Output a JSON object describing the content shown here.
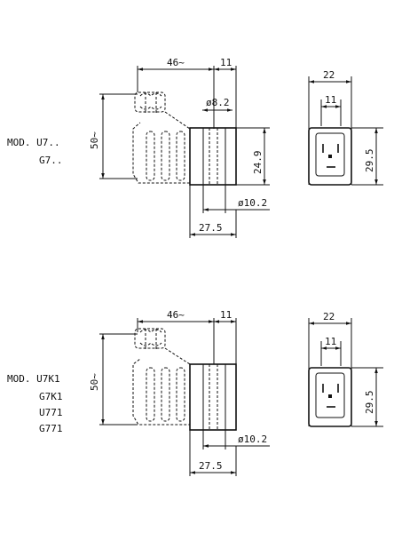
{
  "views": [
    {
      "model_lines": [
        "MOD. U7..",
        "G7.."
      ],
      "dims": {
        "length_total": "46~",
        "top_width": "11",
        "height": "50~",
        "hole_diameter": "ø8.2",
        "coil_height": "24.9",
        "outer_diameter": "ø10.2",
        "coil_length": "27.5",
        "end_width": "22",
        "end_inner_width": "11",
        "end_height": "29.5"
      }
    },
    {
      "model_lines": [
        "MOD. U7K1",
        "G7K1",
        "U771",
        "G771"
      ],
      "dims": {
        "length_total": "46~",
        "top_width": "11",
        "height": "50~",
        "outer_diameter": "ø10.2",
        "coil_length": "27.5",
        "end_width": "22",
        "end_inner_width": "11",
        "end_height": "29.5"
      }
    }
  ]
}
